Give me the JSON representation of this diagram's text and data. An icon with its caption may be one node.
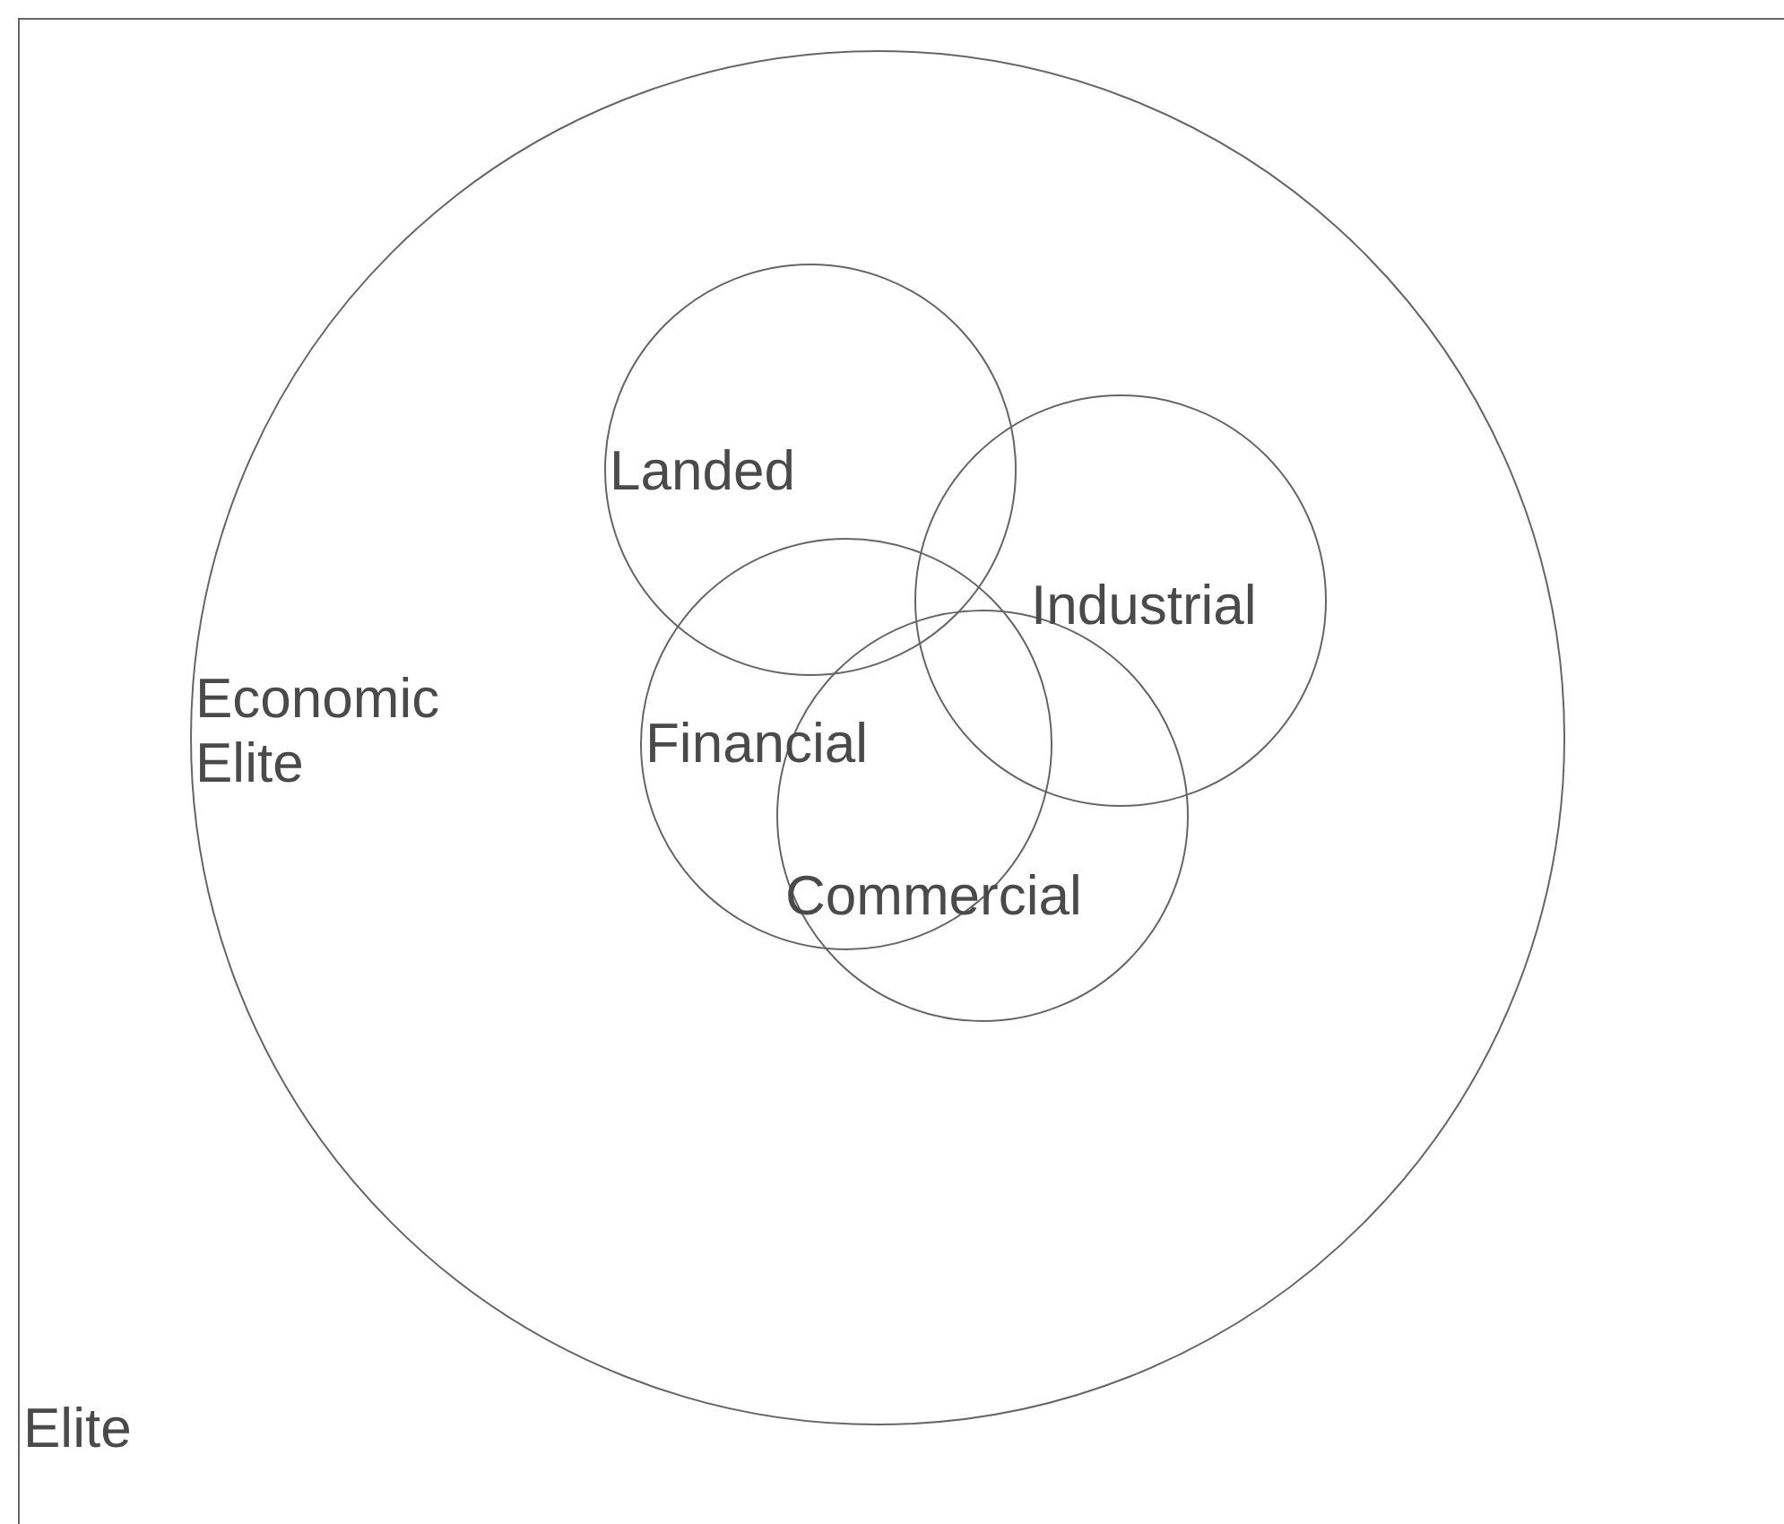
{
  "diagram": {
    "nodes": [
      {
        "text": [
          "Elite"
        ]
      },
      {
        "text": [
          "Economic Elite"
        ],
        "in": 0
      },
      {
        "text": [
          "Landed"
        ],
        "in": 1
      },
      {
        "text": [
          "Industrial"
        ],
        "in": 1
      },
      {
        "text": [
          "Financial"
        ],
        "in": 1
      },
      {
        "text": [
          "Commercial"
        ],
        "in": 1
      }
    ],
    "edges": []
  }
}
